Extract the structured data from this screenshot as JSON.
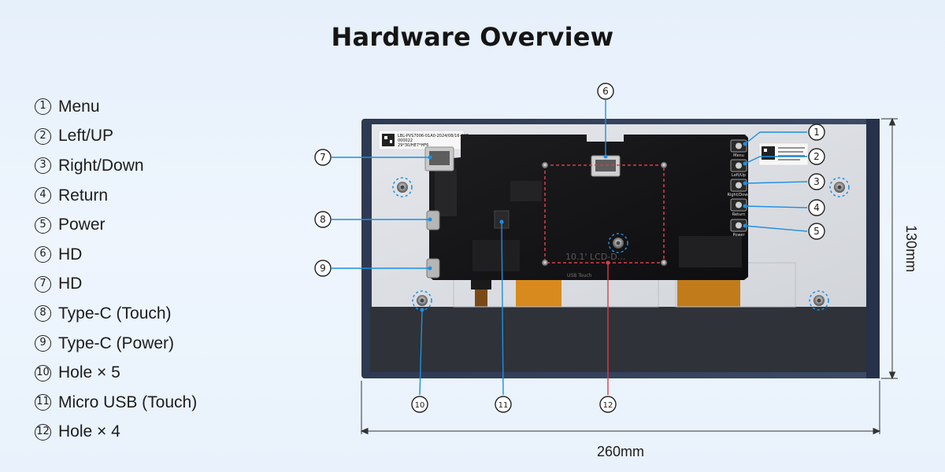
{
  "title": "Hardware Overview",
  "legend": [
    {
      "num": "1",
      "label": "Menu"
    },
    {
      "num": "2",
      "label": "Left/UP"
    },
    {
      "num": "3",
      "label": "Right/Down"
    },
    {
      "num": "4",
      "label": "Return"
    },
    {
      "num": "5",
      "label": "Power"
    },
    {
      "num": "6",
      "label": "HD"
    },
    {
      "num": "7",
      "label": "HD"
    },
    {
      "num": "8",
      "label": "Type-C (Touch)"
    },
    {
      "num": "9",
      "label": "Type-C (Power)"
    },
    {
      "num": "10",
      "label": "Hole × 5"
    },
    {
      "num": "11",
      "label": "Micro USB (Touch)"
    },
    {
      "num": "12",
      "label": "Hole × 4"
    }
  ],
  "button_labels": [
    "Menu",
    "Left/Up",
    "Right/Down",
    "Return",
    "Power"
  ],
  "pcb": {
    "sticker_line1": "LBL-PVS7006-01A0-2024/08/16-4KB",
    "sticker_line2": "000022",
    "sticker_line3": "29*30/HE7*HF6",
    "silk": "10.1' LCD-D...",
    "usb_touch": "USB Touch"
  },
  "dimensions": {
    "width": "260mm",
    "height": "130mm"
  },
  "colors": {
    "callout": "#1e8fe0",
    "highlight": "#e03a4a",
    "board": "#161616",
    "panel": "#dcdee2",
    "frame": "#33405a"
  }
}
